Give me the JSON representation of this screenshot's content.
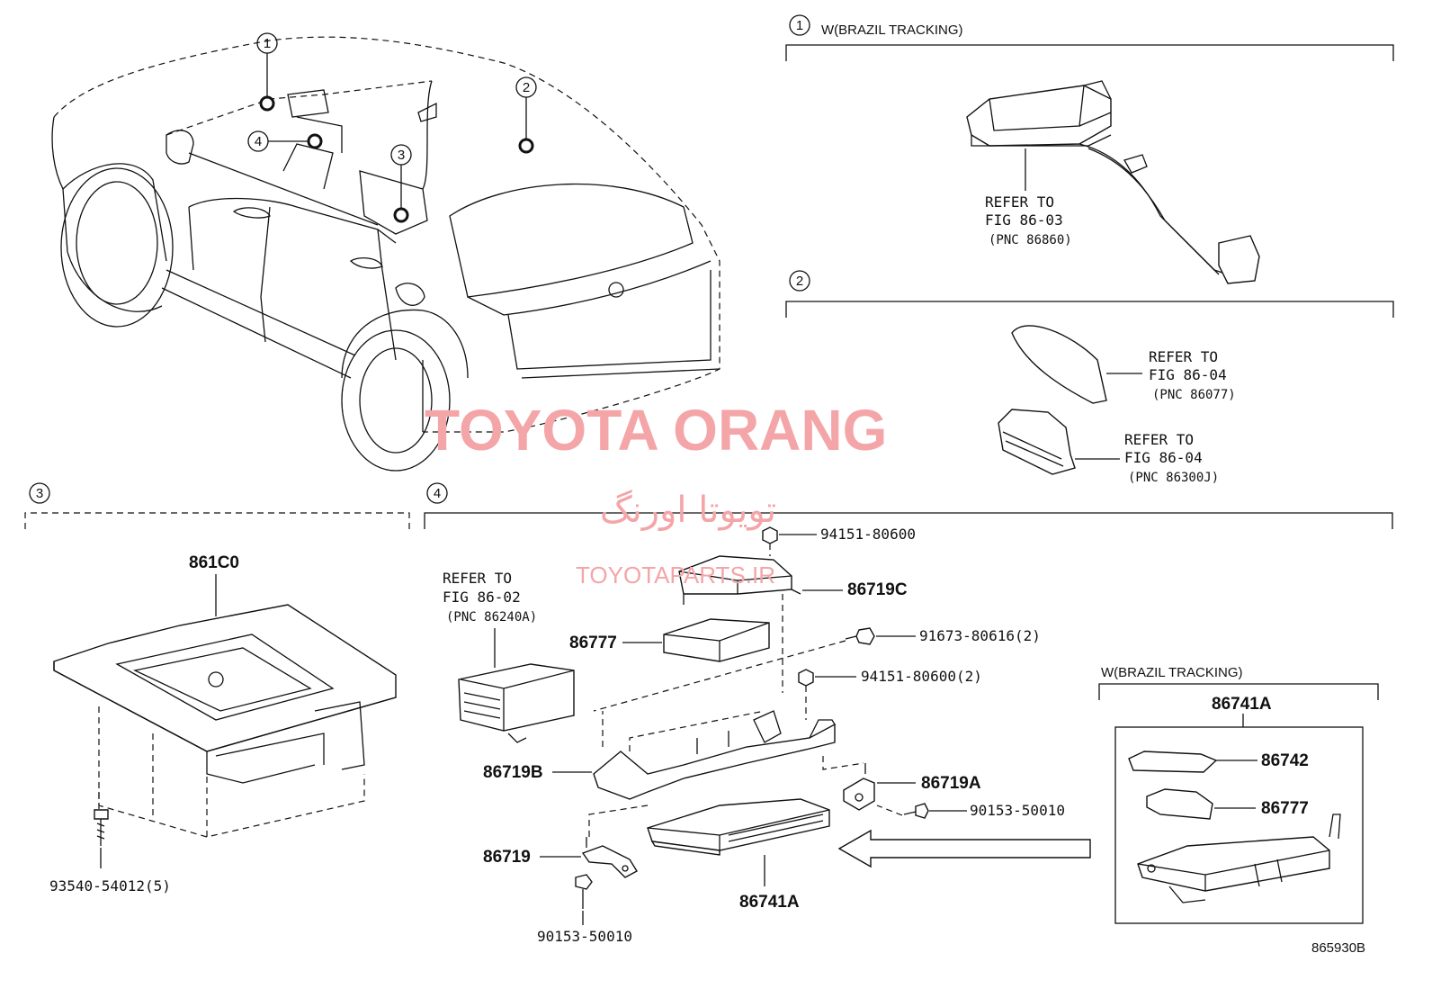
{
  "callouts": {
    "c1": "1",
    "c2": "2",
    "c3": "3",
    "c4": "4"
  },
  "section1": {
    "number": "1",
    "title": "W(BRAZIL TRACKING)",
    "ref": [
      "REFER TO",
      "FIG 86-03",
      "(PNC 86860)"
    ]
  },
  "section2": {
    "number": "2",
    "ref_a": [
      "REFER TO",
      "FIG 86-04",
      "(PNC 86077)"
    ],
    "ref_b": [
      "REFER TO",
      "FIG 86-04",
      "(PNC 86300J)"
    ]
  },
  "section3": {
    "number": "3",
    "part_main": "861C0",
    "screw": "93540-54012(5)"
  },
  "section4": {
    "number": "4",
    "ref": [
      "REFER TO",
      "FIG 86-02",
      "(PNC 86240A)"
    ],
    "parts": {
      "nut_top": "94151-80600",
      "bracket_top": "86719C",
      "module": "86777",
      "bolt_2": "91673-80616(2)",
      "nut_2": "94151-80600(2)",
      "bracket_b": "86719B",
      "bracket_a": "86719A",
      "screw_right": "90153-50010",
      "bracket": "86719",
      "screw_bottom": "90153-50010",
      "unit": "86741A"
    }
  },
  "inset": {
    "title": "W(BRAZIL TRACKING)",
    "assembly": "86741A",
    "cover": "86742",
    "module": "86777"
  },
  "watermark": {
    "line1": "TOYOTA ORANG",
    "line2": "تویوتا اورنگ",
    "line3": "TOYOTAPARTS.IR"
  },
  "figure_id": "865930B"
}
